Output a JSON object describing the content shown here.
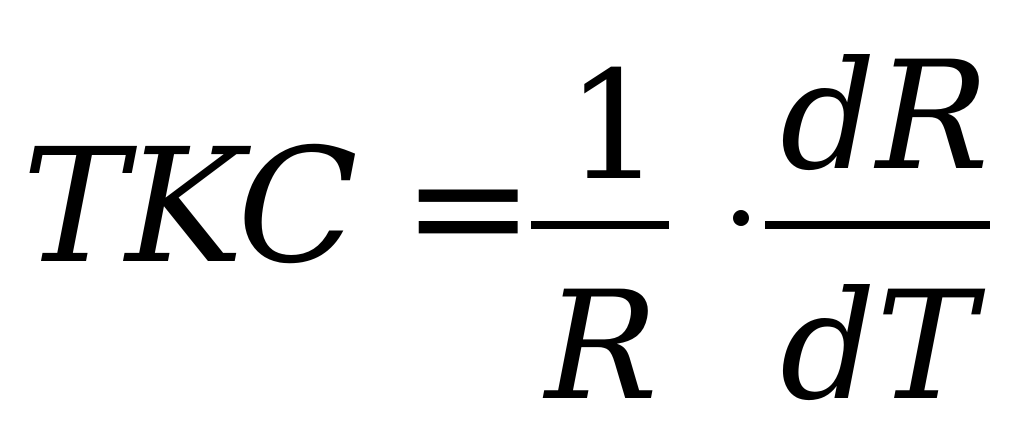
{
  "formula": {
    "lhs": "TKC",
    "equals": "=",
    "fraction1": {
      "numerator": "1",
      "denominator": "R"
    },
    "fraction2": {
      "numerator": "dR",
      "denominator": "dT"
    }
  }
}
